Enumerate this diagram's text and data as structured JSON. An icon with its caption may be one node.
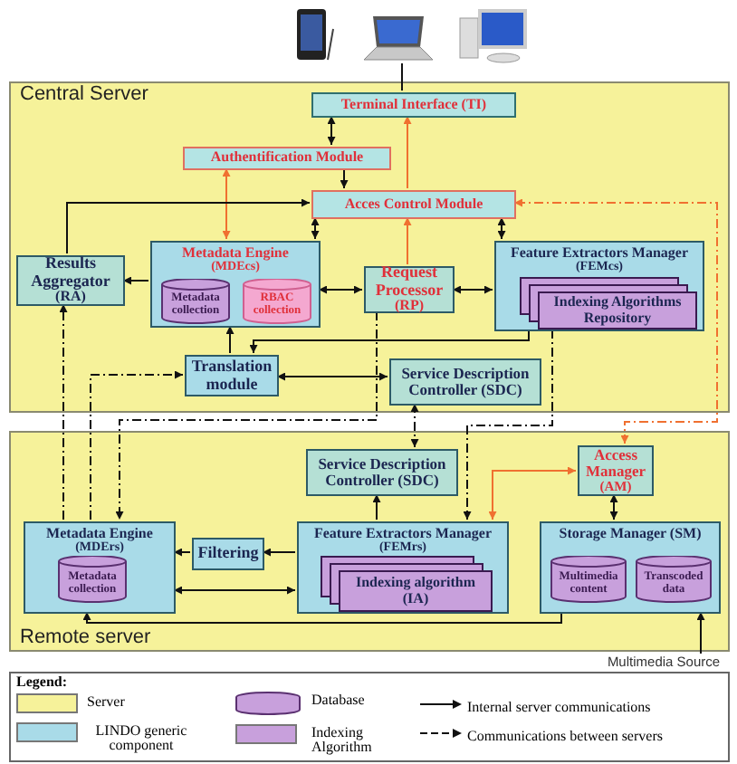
{
  "diagram": {
    "nodes": [
      {
        "text": [
          "Central Server"
        ]
      },
      {
        "text": [
          "Terminal Interface (TI)"
        ],
        "in": 0
      },
      {
        "text": [
          "Authentification Module"
        ],
        "in": 0
      },
      {
        "text": [
          "Acces Control Module"
        ],
        "in": 0
      },
      {
        "text": [
          "Metadata Engine",
          "(MDEcs)"
        ],
        "in": 0
      },
      {
        "text": [
          "Metadata collection"
        ],
        "in": 4
      },
      {
        "text": [
          "RBAC collection"
        ],
        "in": 4
      },
      {
        "text": [
          "Results Aggregator",
          "(RA)"
        ],
        "in": 0
      },
      {
        "text": [
          "Request Processor",
          "(RP)"
        ],
        "in": 0
      },
      {
        "text": [
          "Feature Extractors Manager",
          "(FEMcs)"
        ],
        "in": 0
      },
      {
        "text": [
          "Indexing Algorithms Repository"
        ],
        "in": 9
      },
      {
        "text": [
          "Translation module"
        ],
        "in": 0
      },
      {
        "text": [
          "Service Description Controller (SDC)"
        ],
        "in": 0
      },
      {
        "text": [
          "Remote server"
        ]
      },
      {
        "text": [
          "Service Description Controller (SDC)"
        ],
        "in": 13
      },
      {
        "text": [
          "Access Manager",
          "(AM)"
        ],
        "in": 13
      },
      {
        "text": [
          "Metadata Engine",
          "(MDErs)"
        ],
        "in": 13
      },
      {
        "text": [
          "Metadata collection"
        ],
        "in": 16
      },
      {
        "text": [
          "Filtering"
        ],
        "in": 13
      },
      {
        "text": [
          "Feature Extractors Manager",
          "(FEMrs)"
        ],
        "in": 13
      },
      {
        "text": [
          "Indexing algorithm (IA)"
        ],
        "in": 19
      },
      {
        "text": [
          "Storage Manager (SM)"
        ],
        "in": 13
      },
      {
        "text": [
          "Multimedia content"
        ],
        "in": 21
      },
      {
        "text": [
          "Transcoded data"
        ],
        "in": 21
      },
      {
        "text": [],
        "shape": "picture"
      },
      {
        "text": [
          "Multimedia Source"
        ]
      }
    ],
    "edges": [
      {
        "from": 24,
        "to": 1,
        "arrow": "none"
      },
      {
        "from": 1,
        "to": 2,
        "arrow": "both"
      },
      {
        "from": 2,
        "to": 3,
        "arrow": "to"
      },
      {
        "from": 3,
        "to": 1,
        "arrow": "to",
        "color": "#f07030"
      },
      {
        "from": 8,
        "to": 3,
        "arrow": "to",
        "color": "#f07030"
      },
      {
        "from": 2,
        "to": 4,
        "arrow": "both",
        "color": "#f07030"
      },
      {
        "from": 3,
        "to": 4,
        "arrow": "both"
      },
      {
        "from": 7,
        "to": 3,
        "arrow": "to"
      },
      {
        "from": 3,
        "to": 9,
        "arrow": "both"
      },
      {
        "from": 15,
        "to": 3,
        "arrow": "both",
        "style": "dashed",
        "color": "#f07030"
      },
      {
        "from": 4,
        "to": 7,
        "arrow": "to"
      },
      {
        "from": 4,
        "to": 8,
        "arrow": "both"
      },
      {
        "from": 8,
        "to": 9,
        "arrow": "both"
      },
      {
        "from": 11,
        "to": 4,
        "arrow": "to"
      },
      {
        "from": 9,
        "to": 11,
        "arrow": "to"
      },
      {
        "from": 11,
        "to": 12,
        "arrow": "both"
      },
      {
        "from": 12,
        "to": 14,
        "arrow": "both",
        "style": "dashed"
      },
      {
        "from": 8,
        "to": 16,
        "arrow": "to",
        "style": "dashed"
      },
      {
        "from": 16,
        "to": 7,
        "arrow": "to",
        "style": "dashed"
      },
      {
        "from": 16,
        "to": 11,
        "arrow": "to",
        "style": "dashed"
      },
      {
        "from": 9,
        "to": 19,
        "arrow": "to",
        "style": "dashed"
      },
      {
        "from": 19,
        "to": 14,
        "arrow": "to"
      },
      {
        "from": 19,
        "to": 15,
        "arrow": "both",
        "color": "#f07030"
      },
      {
        "from": 15,
        "to": 21,
        "arrow": "both"
      },
      {
        "from": 19,
        "to": 18,
        "arrow": "to"
      },
      {
        "from": 18,
        "to": 16,
        "arrow": "to"
      },
      {
        "from": 16,
        "to": 19,
        "arrow": "both"
      },
      {
        "from": 21,
        "to": 16,
        "arrow": "to"
      },
      {
        "from": 25,
        "to": 21,
        "arrow": "to"
      }
    ],
    "labels": [
      "Legend:"
    ],
    "legend": [
      {
        "text": "Server",
        "color": "#f6f29a"
      },
      {
        "text": "Database"
      },
      {
        "text": "Internal server communications"
      },
      {
        "text": "LINDO generic component",
        "color": "#a9dbe8"
      },
      {
        "text": "Indexing Algorithm",
        "color": "#c8a0dc"
      },
      {
        "text": "Communications between servers"
      }
    ]
  }
}
